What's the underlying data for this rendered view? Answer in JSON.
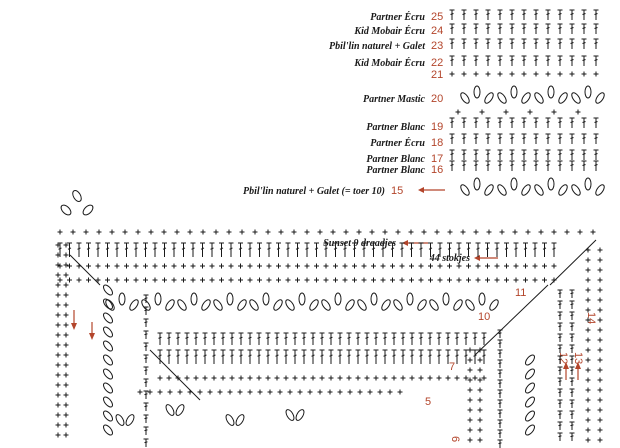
{
  "labels": {
    "r25": "Partner Écru",
    "r24": "Kid Mobair Écru",
    "r23": "Pbil'lin naturel + Galet",
    "r22": "Kid Mobair Écru",
    "r20": "Partner Mastic",
    "r19": "Partner Blanc",
    "r18": "Partner Écru",
    "r17": "Partner Blanc",
    "r16": "Partner Blanc",
    "r15": "Pbil'lin naturel + Galet (= toer 10)",
    "sunset": "Sunset 9 draadjes",
    "stokjes": "44 stokjes"
  },
  "row_numbers": {
    "n25": "25",
    "n24": "24",
    "n23": "23",
    "n22": "22",
    "n21": "21",
    "n20": "20",
    "n19": "19",
    "n18": "18",
    "n17": "17",
    "n16": "16",
    "n15": "15",
    "n14": "14",
    "n13": "13",
    "n12": "12",
    "n11": "11",
    "n10": "10",
    "n7": "7",
    "n6": "6",
    "n5": "5"
  },
  "colors": {
    "ink": "#1a1a1a",
    "accent": "#b3452b"
  }
}
